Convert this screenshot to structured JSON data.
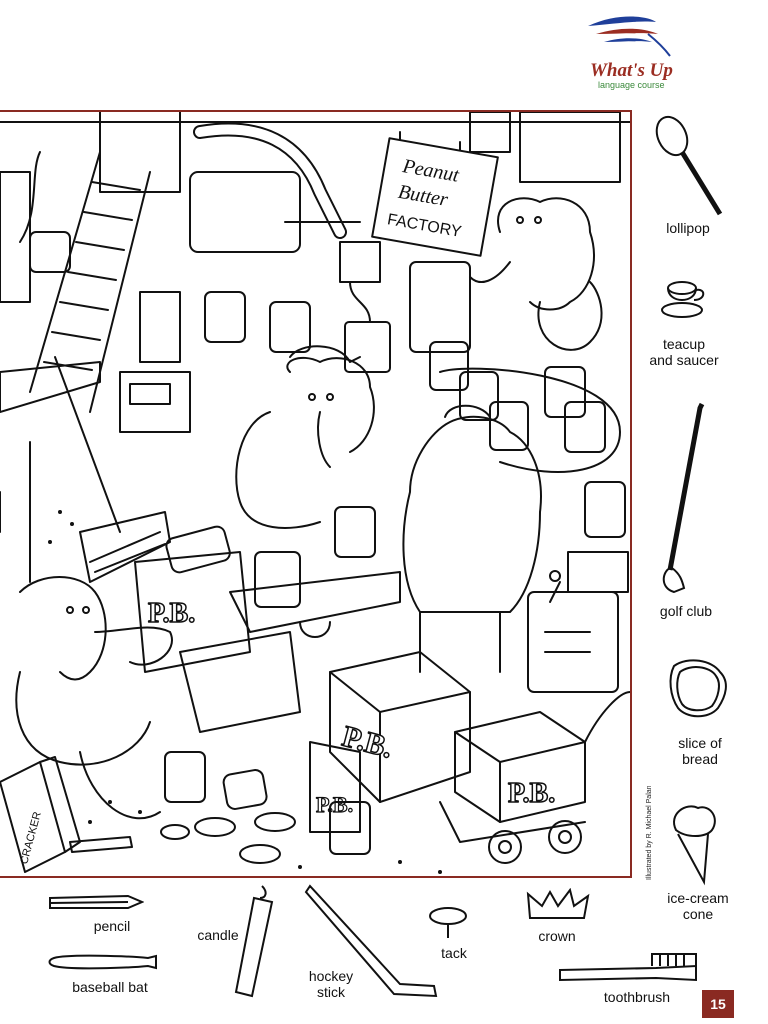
{
  "brand": {
    "name": "What's Up",
    "tagline": "language course",
    "colors": {
      "red": "#9b2d22",
      "blue": "#1f3f9a",
      "green": "#3c8a3c"
    }
  },
  "scene": {
    "sign_line1": "Peanut",
    "sign_line2": "Butter",
    "sign_line3": "FACTORY",
    "box_label": "P.B.",
    "cracker_label": "CRACKER"
  },
  "credit": "Illustrated by R. Michael Palan",
  "hidden_objects": {
    "lollipop": "lollipop",
    "teacup": "teacup\nand saucer",
    "golf_club": "golf club",
    "bread": "slice of\nbread",
    "ice_cream": "ice-cream\ncone",
    "pencil": "pencil",
    "candle": "candle",
    "hockey_stick": "hockey\nstick",
    "tack": "tack",
    "crown": "crown",
    "baseball_bat": "baseball bat",
    "toothbrush": "toothbrush"
  },
  "page_number": "15"
}
